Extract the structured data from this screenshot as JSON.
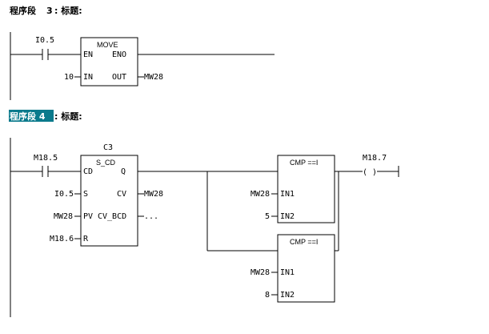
{
  "network3": {
    "label_prefix": "程序段",
    "number": "3",
    "label_suffix": ": 标题:",
    "contact": "I0.5",
    "move_title": "MOVE",
    "move_en": "EN",
    "move_eno": "ENO",
    "move_in_value": "10",
    "move_in": "IN",
    "move_out": "OUT",
    "move_out_value": "MW28"
  },
  "network4": {
    "label_selected": "程序段 4",
    "label_suffix": ": 标题:",
    "contact": "M18.5",
    "counter_name": "C3",
    "counter_type": "S_CD",
    "pin_cd": "CD",
    "pin_q": "Q",
    "pin_s": "S",
    "pin_cv": "CV",
    "pin_pv": "PV",
    "pin_cv_bcd": "CV_BCD",
    "pin_r": "R",
    "s_value": "I0.5",
    "cv_value": "MW28",
    "pv_value": "MW28",
    "cv_bcd_value": "...",
    "r_value": "M18.6",
    "cmp1_title": "CMP ==I",
    "cmp1_in1_value": "MW28",
    "cmp1_in1": "IN1",
    "cmp1_in2_value": "5",
    "cmp1_in2": "IN2",
    "cmp2_title": "CMP ==I",
    "cmp2_in1_value": "MW28",
    "cmp2_in1": "IN1",
    "cmp2_in2_value": "8",
    "cmp2_in2": "IN2",
    "coil": "M18.7",
    "coil_symbol": "( )"
  },
  "colors": {
    "selection": "#0a7a8c"
  }
}
